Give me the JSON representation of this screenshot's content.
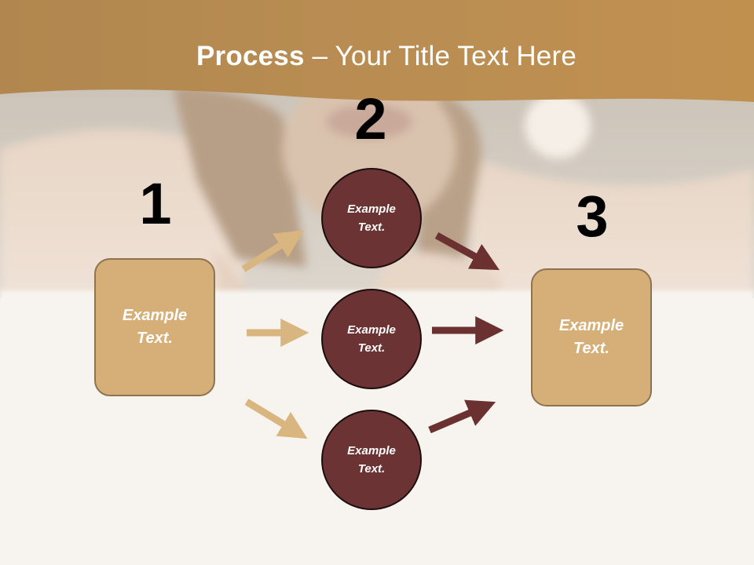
{
  "slide": {
    "title_bold": "Process",
    "title_rest": " – Your Title Text Here",
    "colors": {
      "header": "#b88a4c",
      "box_fill": "#d6ae78",
      "box_border": "#8e7350",
      "circle_fill": "#6b3333",
      "circle_border": "#1e0d0d",
      "arrow_light": "#d9b67f",
      "arrow_dark": "#6b3030"
    }
  },
  "steps": {
    "one": {
      "number": "1",
      "text": "Example\nText."
    },
    "two": {
      "number": "2"
    },
    "three": {
      "number": "3",
      "text": "Example\nText."
    }
  },
  "circles": [
    {
      "text": "Example\nText."
    },
    {
      "text": "Example\nText."
    },
    {
      "text": "Example\nText."
    }
  ]
}
